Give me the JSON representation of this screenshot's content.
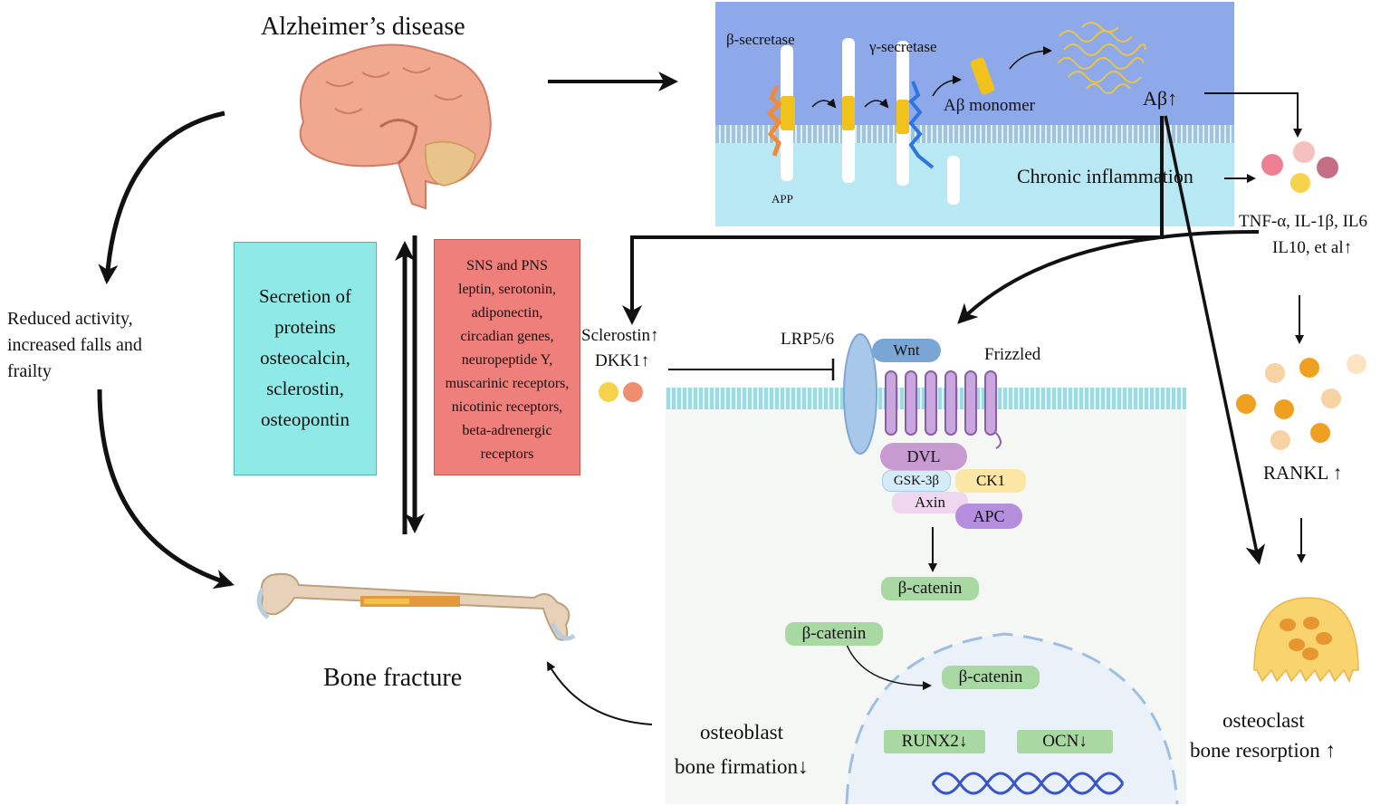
{
  "titles": {
    "alzheimer": "Alzheimer’s disease",
    "bone_fracture": "Bone fracture"
  },
  "left": {
    "reduced_activity": [
      "Reduced activity,",
      "increased falls and",
      "frailty"
    ]
  },
  "secretion_box": {
    "lines": [
      "Secretion of",
      "proteins",
      "osteocalcin,",
      "sclerostin,",
      "osteopontin"
    ]
  },
  "nervous_box": {
    "lines": [
      "SNS and PNS",
      "leptin, serotonin,",
      "adiponectin,",
      "circadian genes,",
      "neuropeptide Y,",
      "muscarinic receptors,",
      "nicotinic receptors,",
      "beta-adrenergic",
      "receptors"
    ]
  },
  "membrane_panel": {
    "beta_secretase": "β-secretase",
    "gamma_secretase": "γ-secretase",
    "app": "APP",
    "abeta_monomer": "Aβ monomer",
    "abeta_up": "Aβ↑",
    "chronic_inflammation": "Chronic inflammation"
  },
  "cytokines": {
    "line1": "TNF-α, IL-1β, IL6",
    "line2": "IL10, et al↑"
  },
  "rankl": "RANKL ↑",
  "osteoclast": {
    "line1": "osteoclast",
    "line2": "bone resorption ↑"
  },
  "wnt_panel": {
    "sclerostin": "Sclerostin↑",
    "dkk1": "DKK1↑",
    "lrp": "LRP5/6",
    "wnt": "Wnt",
    "frizzled": "Frizzled",
    "dvl": "DVL",
    "gsk": "GSK-3β",
    "ck1": "CK1",
    "axin": "Axin",
    "apc": "APC",
    "beta_catenin_1": "β-catenin",
    "beta_catenin_2": "β-catenin",
    "beta_catenin_3": "β-catenin",
    "runx2": "RUNX2↓",
    "ocn": "OCN↓",
    "osteoblast_line1": "osteoblast",
    "osteoblast_line2": "bone firmation↓"
  },
  "colors": {
    "secretion_box": "#8fe9e6",
    "nervous_box": "#ee7f7b",
    "membrane_top": "#8ea9ea",
    "membrane_bottom": "#b9e8f5",
    "catenin": "#a9d9a2",
    "wnt": "#7aa6d6",
    "dvl": "#c79ad1",
    "gsk": "#d4ecf7",
    "ck1": "#fbe6a6",
    "axin": "#f0d6ef",
    "apc": "#b58ee0",
    "osteoclast": "#f9d36d"
  }
}
